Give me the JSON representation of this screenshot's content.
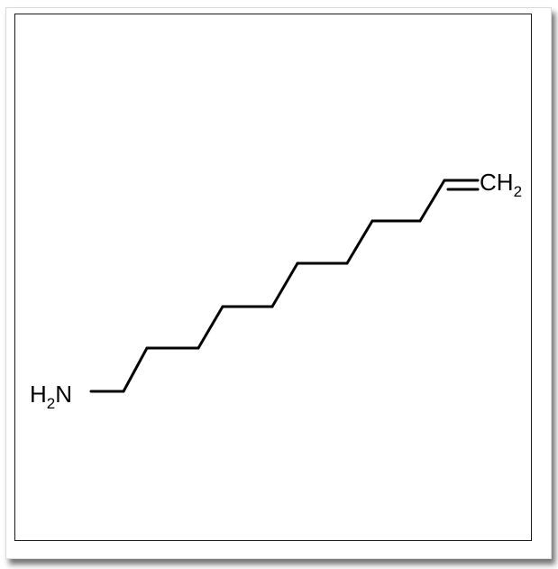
{
  "molecule": {
    "amine_group": {
      "symbol": "H",
      "subscript": "2",
      "atom": "N"
    },
    "terminal_group": {
      "symbol": "CH",
      "subscript": "2"
    }
  },
  "colors": {
    "bond": "#000000",
    "frame": "#1a1a1a"
  }
}
